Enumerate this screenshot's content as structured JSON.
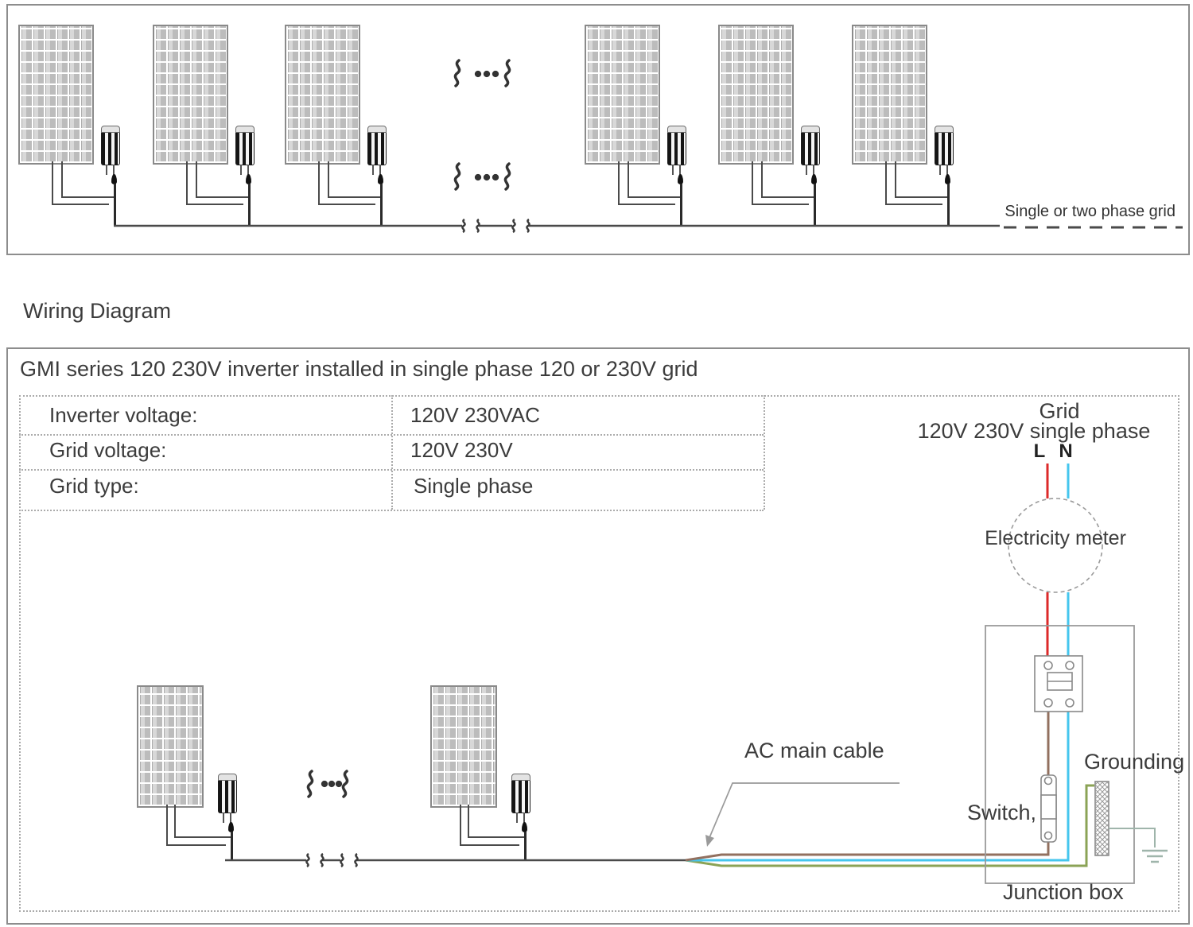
{
  "colors": {
    "text": "#3c3c3c",
    "border_gray": "#8d8d8d",
    "line_dark": "#4a4a4a",
    "wire_red": "#dc2a2a",
    "wire_cyan": "#45c6ee",
    "wire_brown": "#92705f",
    "wire_green": "#8ba356",
    "ground_gray": "#9fb5ab"
  },
  "heading": "Wiring Diagram",
  "top_box": {
    "grid_label": "Single or two phase grid"
  },
  "bottom_box": {
    "title": "GMI series 120 230V inverter installed in single phase 120 or 230V grid",
    "table": {
      "rows": [
        {
          "label": "Inverter voltage:",
          "value": "120V 230VAC"
        },
        {
          "label": "Grid voltage:",
          "value": "120V 230V"
        },
        {
          "label": "Grid type:",
          "value": "Single phase"
        }
      ]
    },
    "grid_title": "Grid",
    "grid_subtitle": "120V 230V single phase",
    "line_label": "L",
    "neutral_label": "N",
    "meter_label": "Electricity meter",
    "ac_cable_label": "AC main cable",
    "switch_label": "Switch,",
    "grounding_label": "Grounding",
    "junction_label": "Junction box"
  }
}
